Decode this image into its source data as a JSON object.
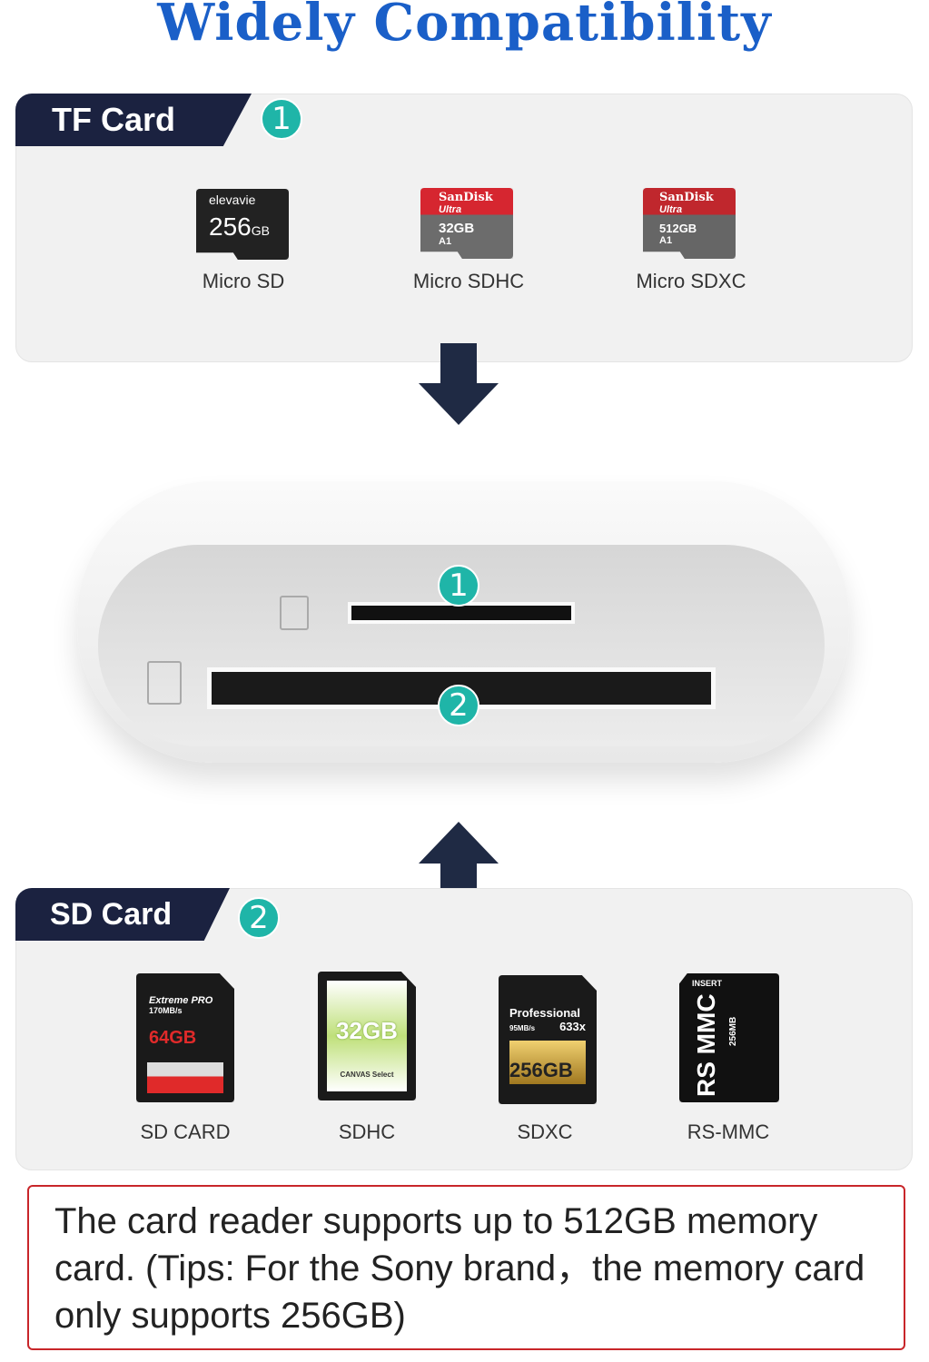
{
  "title": "Widely Compatibility",
  "tf_section": {
    "heading": "TF Card",
    "badge": "1",
    "cards": [
      {
        "label": "Micro SD",
        "brand": "elevavie",
        "capacity": "256",
        "unit": "GB"
      },
      {
        "label": "Micro SDHC",
        "brand": "SanDisk",
        "line": "Ultra",
        "capacity": "32GB",
        "extra": "A1"
      },
      {
        "label": "Micro SDXC",
        "brand": "SanDisk",
        "line": "Ultra",
        "capacity": "512GB",
        "extra": "A1"
      }
    ]
  },
  "reader": {
    "slot1_badge": "1",
    "slot2_badge": "2"
  },
  "sd_section": {
    "heading": "SD Card",
    "badge": "2",
    "cards": [
      {
        "label": "SD CARD",
        "brand": "Extreme PRO",
        "speed": "170MB/s",
        "capacity": "64GB"
      },
      {
        "label": "SDHC",
        "capacity": "32GB",
        "brand": "CANVAS Select"
      },
      {
        "label": "SDXC",
        "brand": "Professional",
        "speed": "95MB/s",
        "rating": "633x",
        "capacity": "256GB"
      },
      {
        "label": "RS-MMC",
        "top": "INSERT",
        "brand": "RS MMC",
        "capacity": "256MB"
      }
    ]
  },
  "note": "The card reader supports up to 512GB memory card. (Tips: For the Sony brand，the memory card only supports 256GB)",
  "colors": {
    "title": "#1a5fc8",
    "tab": "#1b2240",
    "badge": "#1fb5a8",
    "note_border": "#c8262a"
  }
}
